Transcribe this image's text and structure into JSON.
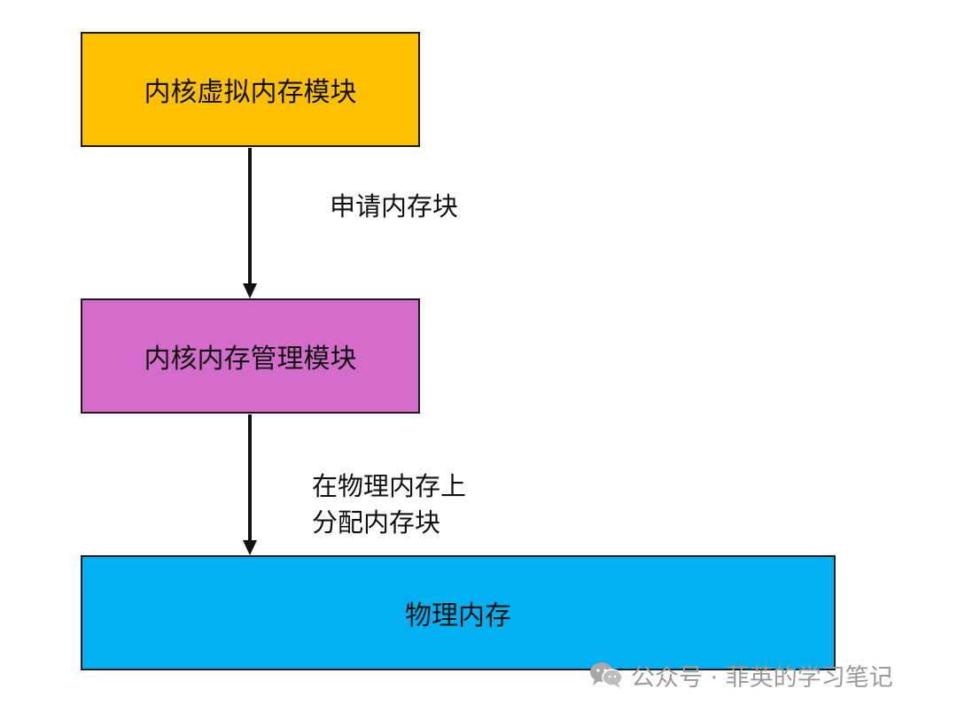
{
  "diagram": {
    "nodes": {
      "virtual": {
        "label": "内核虚拟内存模块",
        "color": "#FFC000"
      },
      "mgmt": {
        "label": "内核内存管理模块",
        "color": "#D46CC9"
      },
      "phys": {
        "label": "物理内存",
        "color": "#00B0F0"
      }
    },
    "edges": [
      {
        "from": "virtual",
        "to": "mgmt",
        "label_lines": [
          "申请内存块"
        ]
      },
      {
        "from": "mgmt",
        "to": "phys",
        "label_lines": [
          "在物理内存上",
          "分配内存块"
        ]
      }
    ]
  },
  "watermark": {
    "text": "公众号 · 菲英的学习笔记",
    "icon": "wechat-icon"
  }
}
